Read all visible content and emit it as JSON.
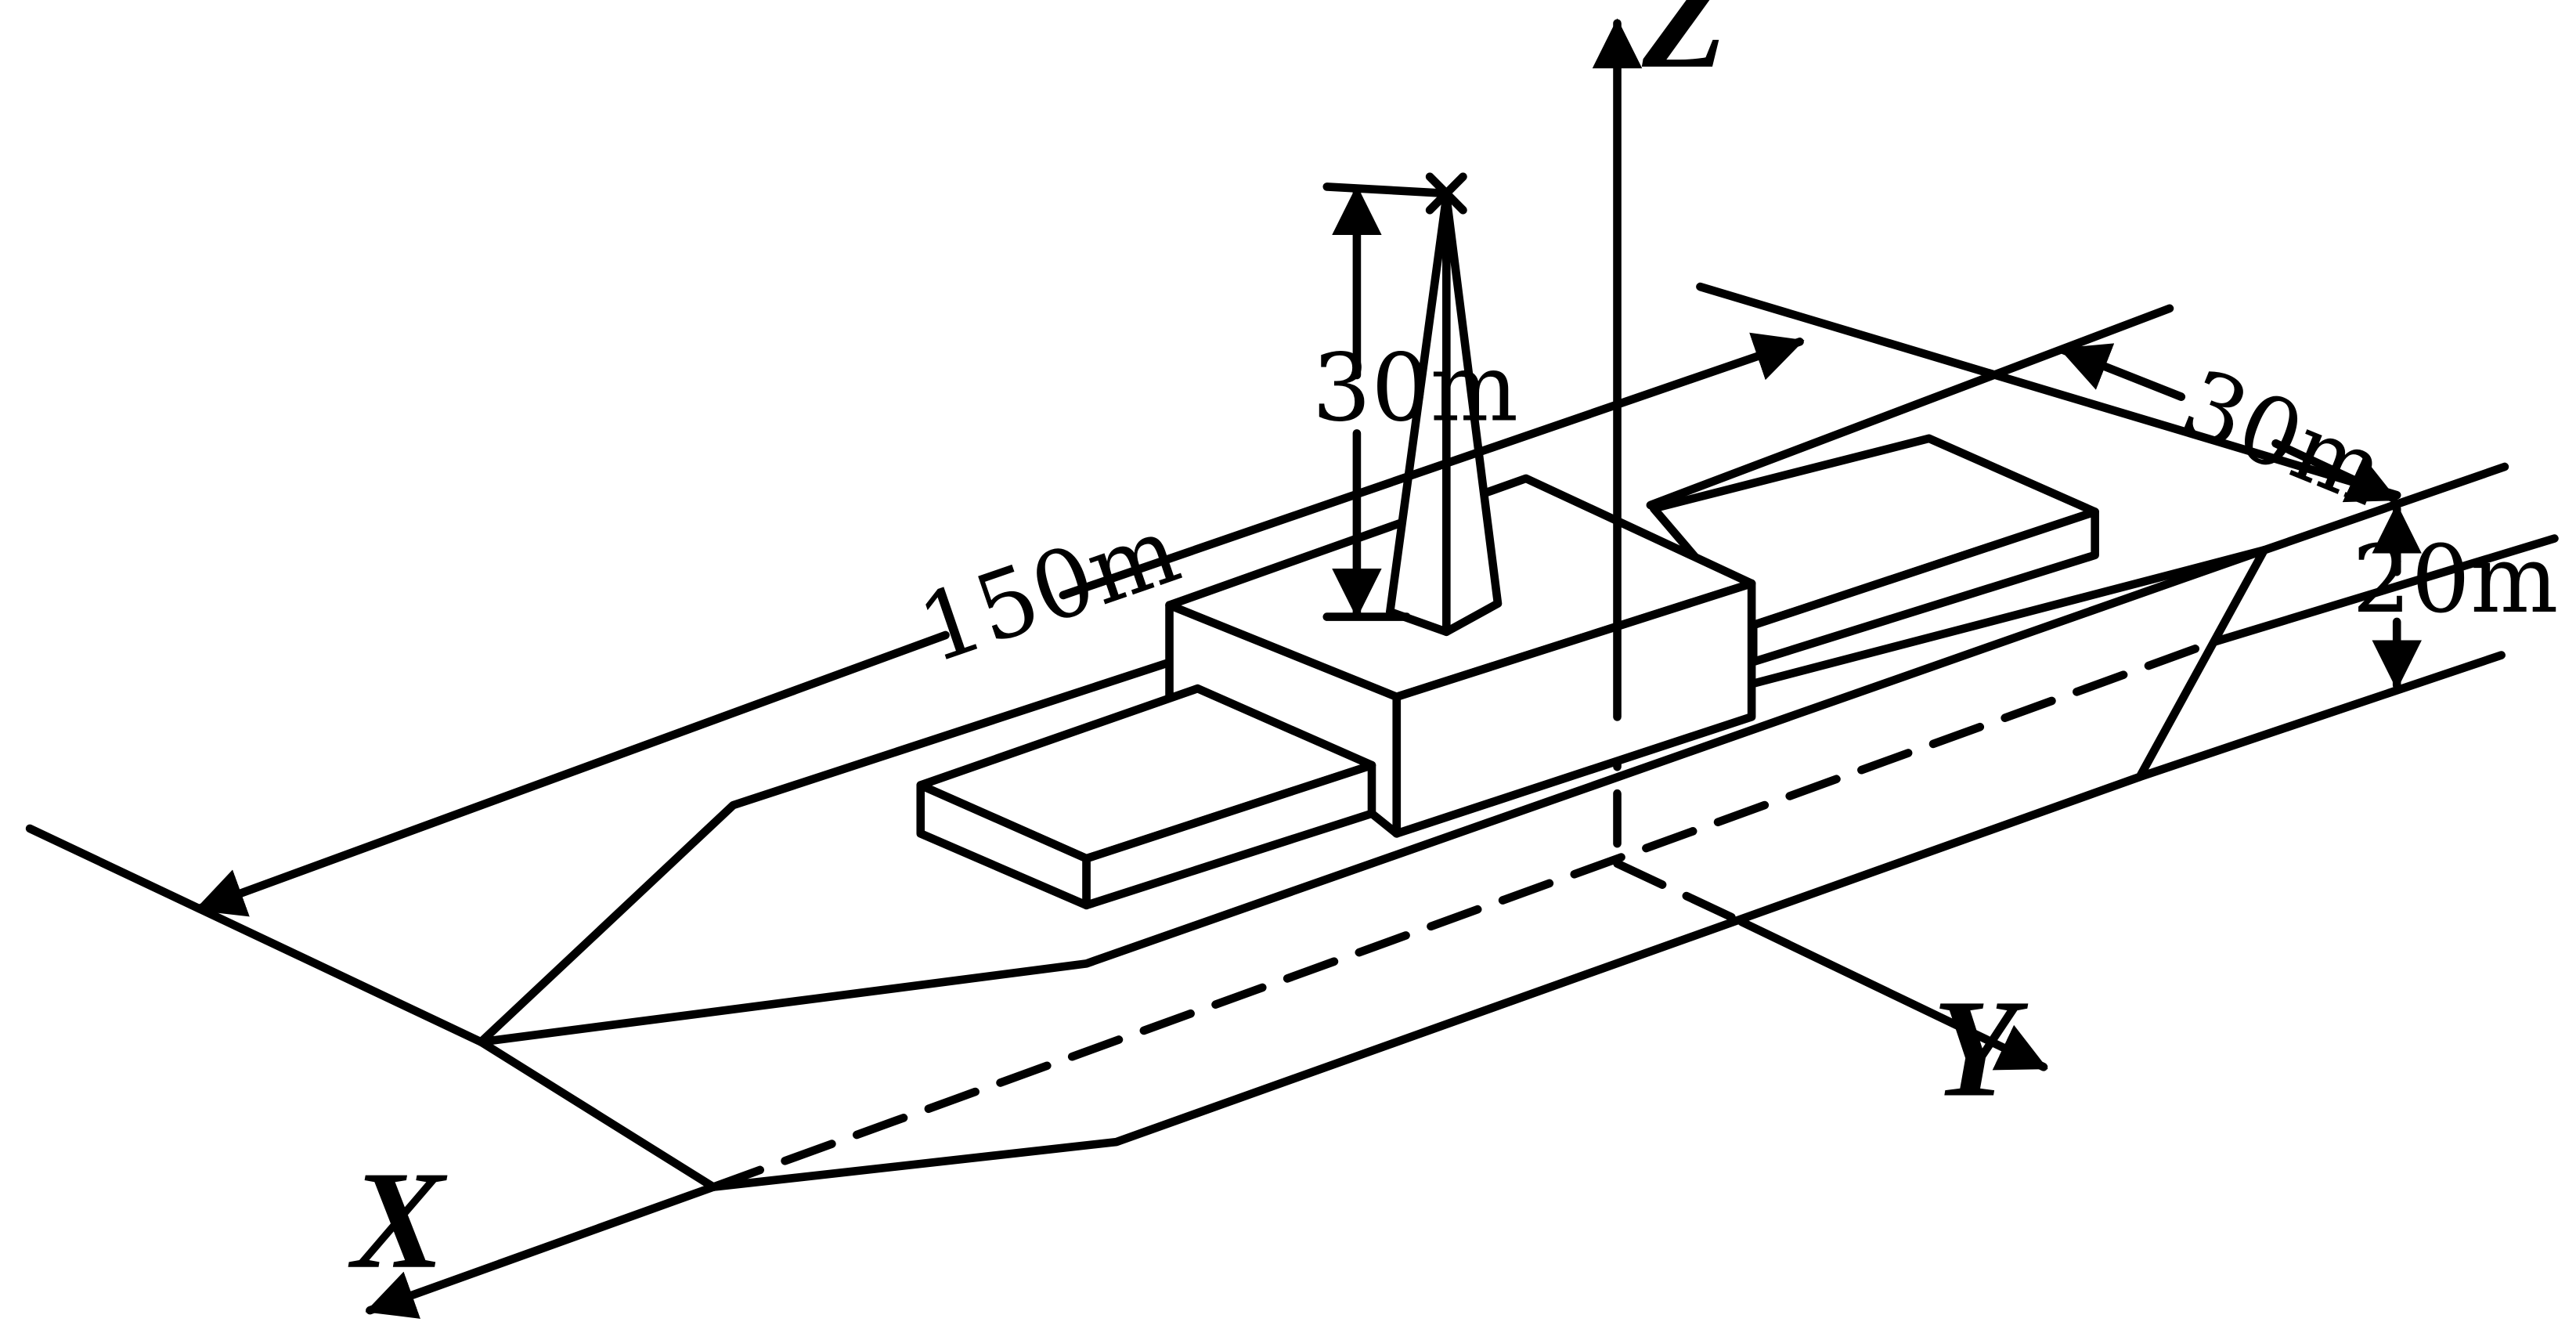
{
  "axes": {
    "x": "X",
    "y": "Y",
    "z": "Z"
  },
  "dimensions": {
    "length": "150m",
    "mast_height": "30m",
    "beam": "30m",
    "hull_height": "20m"
  }
}
